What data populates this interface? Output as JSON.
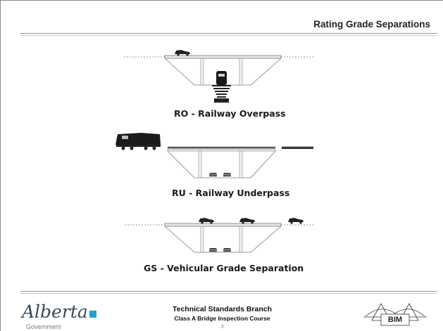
{
  "slide": {
    "title": "Rating Grade Separations",
    "captions": {
      "ro": "RO - Railway Overpass",
      "ru": "RU - Railway Underpass",
      "gs": "GS - Vehicular Grade Separation"
    }
  },
  "footer": {
    "line1": "Technical Standards Branch",
    "line2": "Class A Bridge Inspection Course",
    "page_number": "3",
    "left_logo_text": "Alberta",
    "left_logo_sub": "Government",
    "right_logo_text": "BIM"
  },
  "colors": {
    "logo_accent": "#1aa5c8",
    "ink": "#222222"
  }
}
